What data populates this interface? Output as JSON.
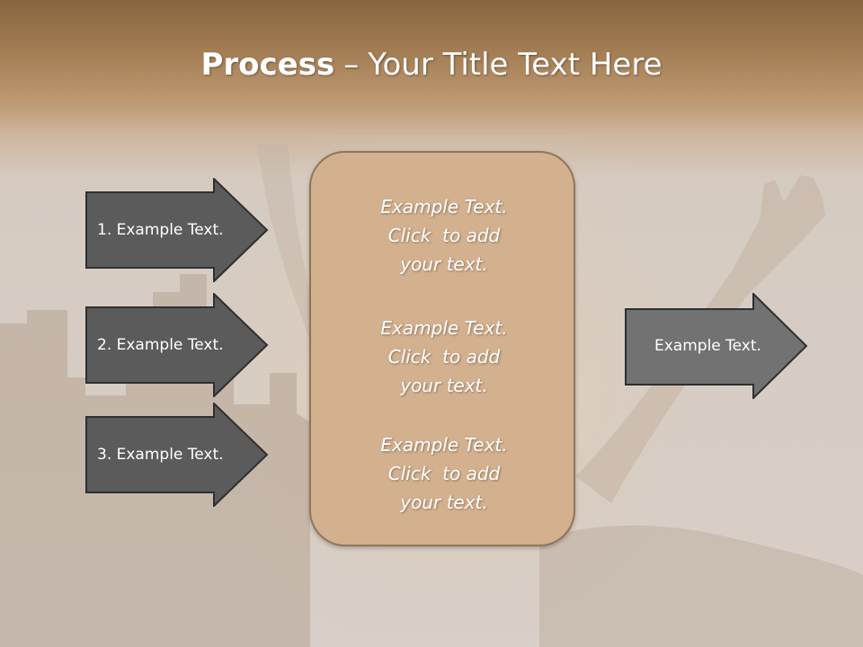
{
  "title": {
    "bold": "Process",
    "dash": "–",
    "rest": "Your Title Text Here"
  },
  "left_arrows": [
    {
      "label": "1. Example Text."
    },
    {
      "label": "2. Example Text."
    },
    {
      "label": "3. Example Text."
    }
  ],
  "center_box": {
    "paragraphs": [
      {
        "line1": "Example Text.",
        "line2": "Click  to add",
        "line3": "your text."
      },
      {
        "line1": "Example Text.",
        "line2": "Click  to add",
        "line3": "your text."
      },
      {
        "line1": "Example Text.",
        "line2": "Click  to add",
        "line3": "your text."
      }
    ]
  },
  "right_arrow": {
    "label": "Example Text."
  },
  "colors": {
    "dark_arrow": "#5b5b5b",
    "light_arrow": "#727272",
    "box_fill": "#d3b08e",
    "box_border": "#8f7658"
  }
}
